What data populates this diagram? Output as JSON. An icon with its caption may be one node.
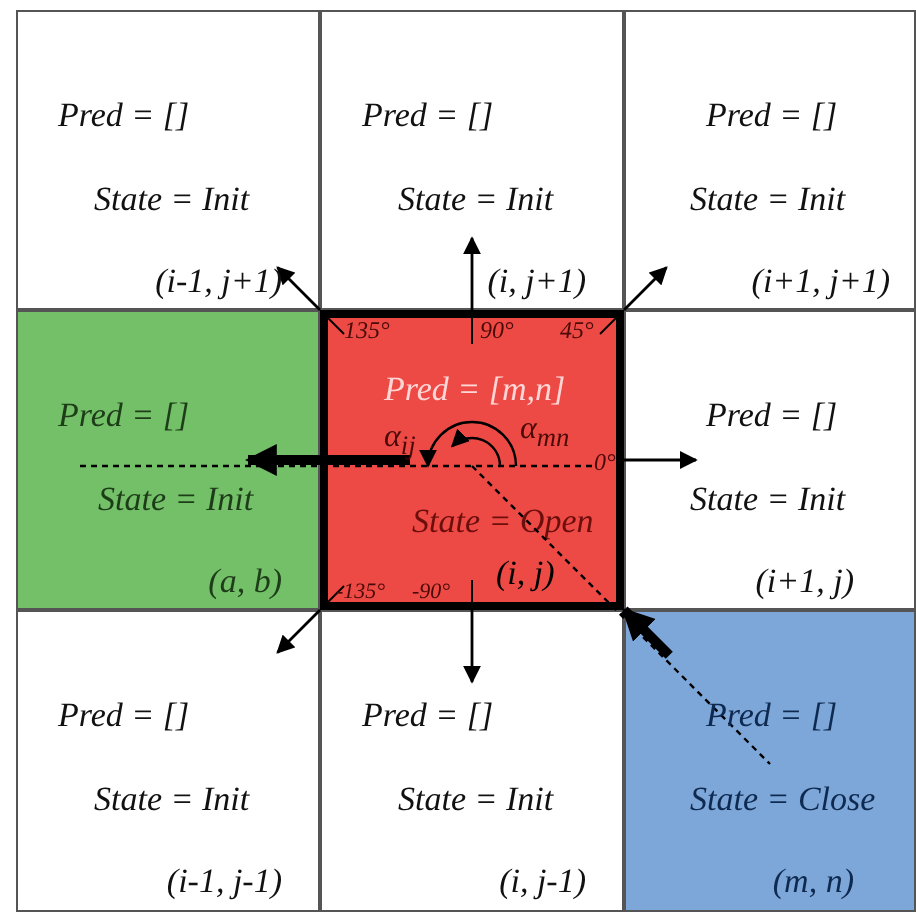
{
  "diagram": {
    "nodes": [
      {
        "text": [
          "Pred = []",
          "State = Init",
          "(i-1, j+1)"
        ]
      },
      {
        "text": [
          "Pred = []",
          "State = Init",
          "(i, j+1)"
        ]
      },
      {
        "text": [
          "Pred = []",
          "State = Init",
          "(i+1, j+1)"
        ]
      },
      {
        "text": [
          "Pred = []",
          "State = Init",
          "(a, b)"
        ]
      },
      {
        "text": [
          "Pred = [m,n]",
          "State = Open",
          "(i, j)"
        ]
      },
      {
        "text": [
          "Pred = []",
          "State = Init",
          "(i+1, j)"
        ]
      },
      {
        "text": [
          "Pred = []",
          "State = Init",
          "(i-1, j-1)"
        ]
      },
      {
        "text": [
          "Pred = []",
          "State = Init",
          "(i, j-1)"
        ]
      },
      {
        "text": [
          "Pred = []",
          "State = Close",
          "(m, n)"
        ]
      }
    ],
    "edges": [
      {
        "from": 4,
        "to": 0,
        "arrow": "to"
      },
      {
        "from": 4,
        "to": 1,
        "arrow": "to"
      },
      {
        "from": 4,
        "to": 2,
        "arrow": "to"
      },
      {
        "from": 4,
        "to": 3,
        "arrow": "to",
        "style": "thick"
      },
      {
        "from": 4,
        "to": 5,
        "arrow": "to"
      },
      {
        "from": 4,
        "to": 6,
        "arrow": "to"
      },
      {
        "from": 4,
        "to": 7,
        "arrow": "to"
      },
      {
        "from": 8,
        "to": 4,
        "arrow": "to",
        "style": "thick"
      }
    ],
    "labels": [
      "135°",
      "90°",
      "45°",
      "α$_{ij}$",
      "α$_{mn}$",
      "0°",
      "-135°",
      "-90°"
    ]
  }
}
